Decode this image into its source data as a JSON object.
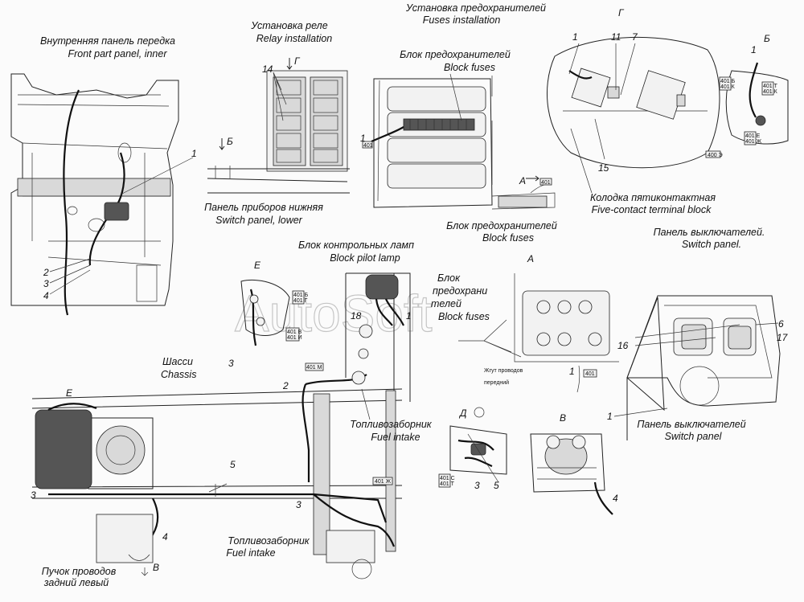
{
  "labels": {
    "front_panel_ru": "Внутренняя панель передка",
    "front_panel_en": "Front part panel, inner",
    "relay_ru": "Установка реле",
    "relay_en": "Relay installation",
    "fuses_inst_ru": "Установка предохранителей",
    "fuses_inst_en": "Fuses installation",
    "block_fuses_ru": "Блок предохранителей",
    "block_fuses_en": "Block fuses",
    "switch_lower_ru": "Панель приборов нижняя",
    "switch_lower_en": "Switch panel, lower",
    "block_fuses2_ru": "Блок предохранителей",
    "block_fuses2_en": "Block fuses",
    "five_contact_ru": "Колодка пятиконтактная",
    "five_contact_en": "Five-contact terminal block",
    "switch_panel_top_ru": "Панель выключателей.",
    "switch_panel_top_en": "Switch panel.",
    "pilot_ru": "Блок контрольных ламп",
    "pilot_en": "Block pilot lamp",
    "block_pred_1": "Блок",
    "block_pred_2": "предохрани",
    "block_pred_3": "телей",
    "block_pred_4": "Block fuses",
    "chassis_ru": "Шасси",
    "chassis_en": "Chassis",
    "fuel1_ru": "Топливозаборник",
    "fuel1_en": "Fuel intake",
    "fuel2_ru": "Топливозаборник",
    "fuel2_en": "Fuel intake",
    "switch_panel_bot_ru": "Панель выключателей",
    "switch_panel_bot_en": "Switch panel",
    "rear_bundle_1": "Пучок проводов",
    "rear_bundle_2": "задний левый",
    "harness_1": "Жгут проводов",
    "harness_2": "передний",
    "watermark": "AutoSoft"
  },
  "views": {
    "G_top": "Г",
    "G_arrow": "Г",
    "B_top": "Б",
    "B_arrow": "Б",
    "A_top": "А",
    "A_arrow": "А",
    "E_top": "Е",
    "E_chassis": "Е",
    "D": "Д",
    "V_top": "В",
    "V_arrow": "В"
  },
  "callouts": {
    "c1_front": "1",
    "c2_front": "2",
    "c3_front": "3",
    "c4_front": "4",
    "c14": "14",
    "c1_fuse": "1",
    "c1_g": "1",
    "c11": "11",
    "c7": "7",
    "c15": "15",
    "c1_b": "1",
    "c18": "18",
    "c1_lamp": "1",
    "c3_lamp": "3",
    "c2_ch": "2",
    "c5_ch": "5",
    "c3_ch": "3",
    "c3_ch2": "3",
    "c4_ch": "4",
    "c3_d": "3",
    "c5_d": "5",
    "c4_v": "4",
    "c1_a": "1",
    "c16": "16",
    "c6": "6",
    "c17": "17",
    "c1_sw": "1"
  },
  "tags": {
    "t401_fuse": "401",
    "t401_a": "401",
    "t401b_g": "401 Б",
    "t401k_g": "401 К",
    "t401t": "401 Т",
    "t401k": "401 К",
    "t401e": "401 Е",
    "t401z": "401 Ж",
    "t400z": "400 Э",
    "t401b_l": "401 Б",
    "t401g_l": "401 Г",
    "t401v_l": "401 В",
    "t401i_l": "401 И",
    "t401m": "401 М",
    "t401zh": "401 Ж",
    "t401s": "401 С",
    "t401t_d": "401 Т",
    "t401_a2": "401"
  }
}
